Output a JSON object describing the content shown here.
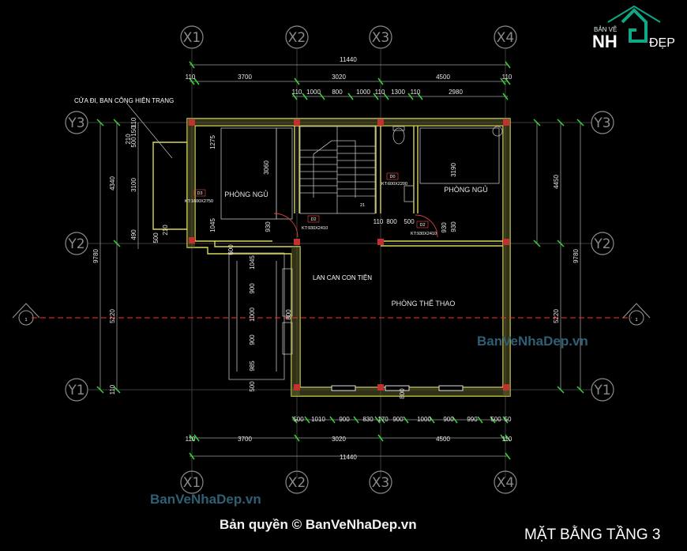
{
  "grid_axes": {
    "x": [
      "X1",
      "X2",
      "X3",
      "X4"
    ],
    "y": [
      "Y3",
      "Y2",
      "Y1"
    ]
  },
  "dimensions": {
    "top_total": "11440",
    "top_chain": [
      "110",
      "3700",
      "3020",
      "4500",
      "110"
    ],
    "top_detail": [
      "110",
      "1000",
      "800",
      "1000",
      "110",
      "1300",
      "110",
      "2980"
    ],
    "bottom_detail": [
      "500",
      "1010",
      "900",
      "830",
      "170",
      "900",
      "1000",
      "900",
      "990",
      "500",
      "50"
    ],
    "bottom_chain": [
      "110",
      "3700",
      "3020",
      "4500",
      "110"
    ],
    "bottom_total": "11440",
    "left_total": "9780",
    "left_chain": [
      "4340",
      "5220"
    ],
    "left_detail": [
      "110",
      "150",
      "210",
      "500",
      "3100",
      "490",
      "500",
      "210",
      "110"
    ],
    "right_total": "9780",
    "right_chain": [
      "4450",
      "5220"
    ],
    "right_inner": [
      "3190",
      "930"
    ],
    "inner": [
      "1275",
      "3060",
      "1045",
      "930",
      "600",
      "1045",
      "900",
      "1000",
      "900",
      "985",
      "500",
      "800",
      "110",
      "800",
      "500",
      "930",
      "30",
      "21"
    ]
  },
  "labels": {
    "balcony_door": "CỬA ĐI, BAN CÔNG HIỆN TRẠNG",
    "bedroom_left": "PHÒNG NGỦ",
    "bedroom_right": "PHÒNG NGỦ",
    "gym": "PHÒNG THỂ THAO",
    "railing": "LAN CAN CON TIỆN",
    "door_tags": [
      "D3",
      "D2",
      "D2",
      "D0"
    ],
    "door_sizes": [
      "KT:1600X2750",
      "KT:930X2410",
      "KT:930X2410",
      "KT:600X2200"
    ]
  },
  "section_markers": [
    "1",
    "1"
  ],
  "watermarks": [
    "BanVeNhaDep.vn",
    "BanVeNhaDep.vn"
  ],
  "copyright": "Bản quyền © BanVeNhaDep.vn",
  "drawing_title": "MẶT BẰNG TẦNG 3",
  "logo": {
    "top": "BẢN VẼ",
    "main": "NH",
    "right": "ĐẸP"
  },
  "colors": {
    "background": "#000000",
    "wall": "#d7d75a",
    "axis_line": "#ff2f2f",
    "dimension": "#9a9a9a",
    "tick": "#36d636",
    "grey": "#8a8a8a",
    "furniture": "#bdbdbd",
    "logo_green": "#10a884"
  }
}
